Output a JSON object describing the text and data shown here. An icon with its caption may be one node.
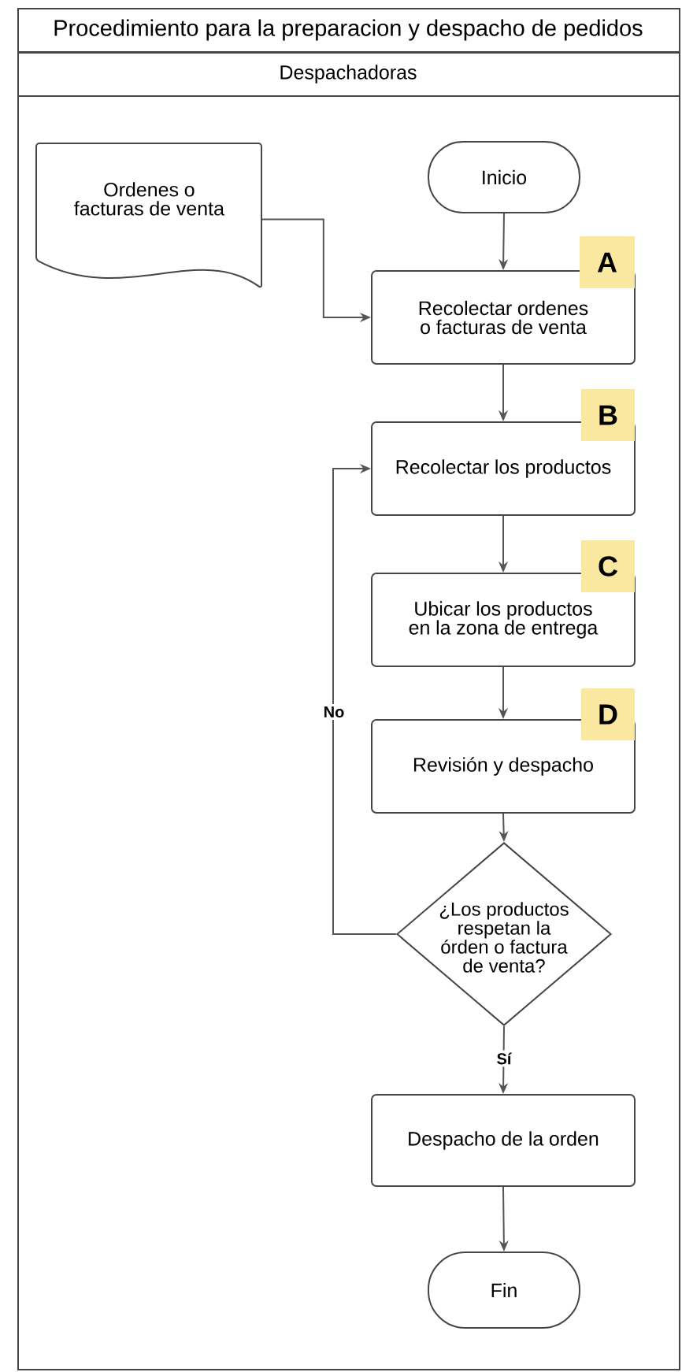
{
  "diagram": {
    "nodes": [
      {
        "text": [
          "Procedimiento para la preparacion y despacho de pedidos"
        ]
      },
      {
        "text": [
          "Despachadoras"
        ],
        "in": 0
      },
      {
        "text": [
          "Ordenes o facturas de venta"
        ],
        "in": 1
      },
      {
        "text": [
          "Inicio"
        ],
        "in": 1
      },
      {
        "text": [
          "Recolectar ordenes o facturas de venta"
        ],
        "in": 1
      },
      {
        "text": [
          "Recolectar los productos"
        ],
        "in": 1
      },
      {
        "text": [
          "Ubicar los productos en la zona de entrega"
        ],
        "in": 1
      },
      {
        "text": [
          "Revisión y despacho"
        ],
        "in": 1
      },
      {
        "text": [
          "¿Los productos respetan la órden o factura de venta?"
        ],
        "in": 1
      },
      {
        "text": [
          "Despacho de la orden"
        ],
        "in": 1
      },
      {
        "text": [
          "Fin"
        ],
        "in": 1
      },
      {
        "text": [
          "A"
        ],
        "in": 1
      },
      {
        "text": [
          "B"
        ],
        "in": 1
      },
      {
        "text": [
          "C"
        ],
        "in": 1
      },
      {
        "text": [
          "D"
        ],
        "in": 1
      }
    ],
    "edges": [
      {
        "from": 3,
        "to": 4,
        "arrow": "to"
      },
      {
        "from": 2,
        "to": 4,
        "arrow": "to"
      },
      {
        "from": 4,
        "to": 5,
        "arrow": "to"
      },
      {
        "from": 5,
        "to": 6,
        "arrow": "to"
      },
      {
        "from": 6,
        "to": 7,
        "arrow": "to"
      },
      {
        "from": 7,
        "to": 8,
        "arrow": "to"
      },
      {
        "from": 8,
        "to": 5,
        "arrow": "to",
        "label": "No"
      },
      {
        "from": 8,
        "to": 9,
        "arrow": "to",
        "label": "Sí"
      },
      {
        "from": 9,
        "to": 10,
        "arrow": "to"
      }
    ]
  }
}
